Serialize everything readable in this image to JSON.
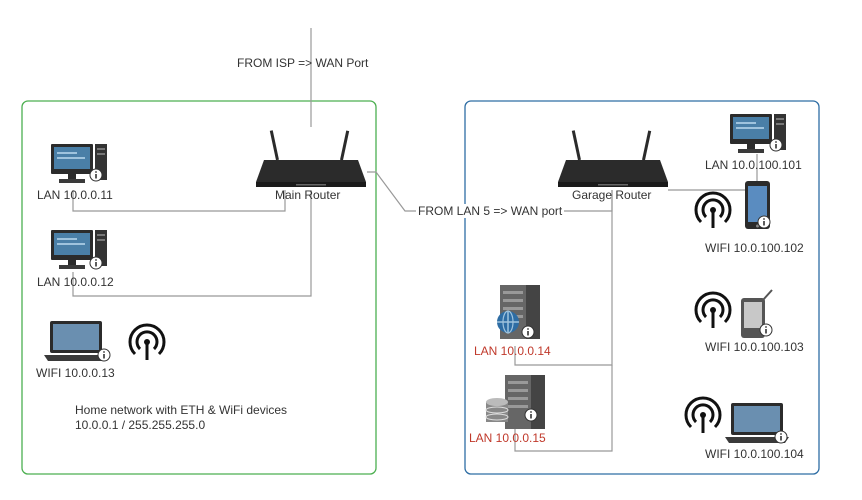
{
  "labels": {
    "isp": "FROM ISP => WAN Port",
    "lan5": "FROM LAN 5 => WAN port",
    "main_router": "Main Router",
    "garage_router": "Garage Router",
    "lan_11": "LAN 10.0.0.11",
    "lan_12": "LAN 10.0.0.12",
    "wifi_13": "WIFI 10.0.0.13",
    "lan_14": "LAN 10.0.0.14",
    "lan_15": "LAN 10.0.0.15",
    "lan_101": "LAN 10.0.100.101",
    "wifi_102": "WIFI 10.0.100.102",
    "wifi_103": "WIFI 10.0.100.103",
    "wifi_104": "WIFI 10.0.100.104",
    "home_note_1": "Home network with ETH & WiFi devices",
    "home_note_2": "10.0.0.1 / 255.255.255.0"
  },
  "colors": {
    "home_border": "#4caf50",
    "garage_border": "#2e6da4",
    "line": "#999999",
    "red_label": "#c0392b"
  }
}
